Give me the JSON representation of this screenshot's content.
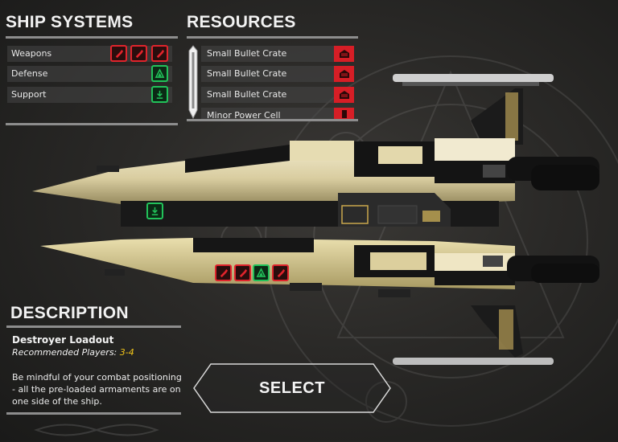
{
  "ship_systems": {
    "title": "SHIP SYSTEMS",
    "rows": [
      {
        "label": "Weapons",
        "icons": [
          "red-weapon",
          "red-weapon",
          "red-weapon"
        ]
      },
      {
        "label": "Defense",
        "icons": [
          "green-shield"
        ]
      },
      {
        "label": "Support",
        "icons": [
          "green-support"
        ]
      }
    ]
  },
  "resources": {
    "title": "RESOURCES",
    "items": [
      {
        "label": "Small Bullet Crate"
      },
      {
        "label": "Small Bullet Crate"
      },
      {
        "label": "Small Bullet Crate"
      },
      {
        "label": "Minor Power Cell"
      }
    ]
  },
  "description": {
    "title": "DESCRIPTION",
    "loadout_name": "Destroyer Loadout",
    "recommended_label": "Recommended Players:",
    "recommended_value": "3-4",
    "body": "Be mindful of your combat positioning - all the pre-loaded armaments are on one side of the ship."
  },
  "select_button": {
    "label": "SELECT"
  },
  "colors": {
    "weapon_red": "#e0242c",
    "system_green": "#22c25a",
    "highlight_yellow": "#f0c419",
    "hull_cream": "#e9dfb9"
  }
}
